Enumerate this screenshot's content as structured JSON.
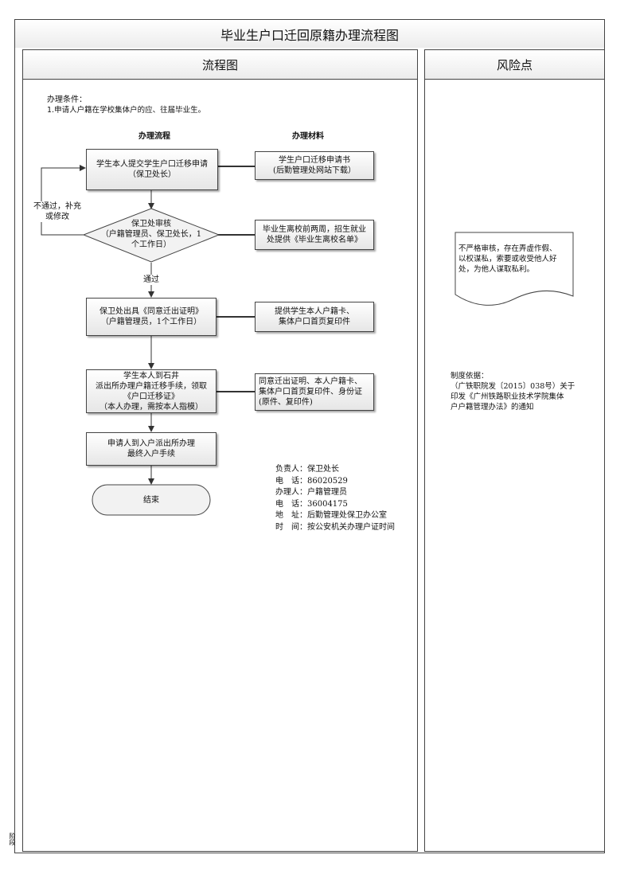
{
  "title": "毕业生户口迁回原籍办理流程图",
  "flow_header": "流程图",
  "risk_header": "风险点",
  "conditions": {
    "label": "办理条件：",
    "item": "1.申请人户籍在学校集体户的应、往届毕业生。"
  },
  "col_process": "办理流程",
  "col_materials": "办理材料",
  "steps": {
    "apply": "学生本人提交学生户口迁移申请\n（保卫处长）",
    "review": "保卫处审核\n（户籍管理员、保卫处长，1\n个工作日）",
    "certificate": "保卫处出具《同意迁出证明》\n（户籍管理员，1个工作日）",
    "police": "学生本人到石井\n派出所办理户籍迁移手续，领取\n《户口迁移证》\n（本人办理，需按本人指模）",
    "final": "申请人到入户派出所办理\n最终入户手续",
    "end": "结束"
  },
  "labels": {
    "reject": "不通过，补充\n或修改",
    "pass": "通过"
  },
  "materials": {
    "m1": "学生户口迁移申请书\n(后勤管理处网站下载）",
    "m2": "毕业生离校前两周，招生就业\n处提供《毕业生离校名单》",
    "m3": "提供学生本人户籍卡、\n集体户口首页复印件",
    "m4": "同意迁出证明、本人户籍卡、\n集体户口首页复印件、身份证\n(原件、复印件)"
  },
  "contact": "负责人：保卫处长\n电　话：86020529\n办理人：户籍管理员\n电　话：36004175\n地　址：后勤管理处保卫办公室\n时　间：按公安机关办理户证时间",
  "risk_note": "不严格审核，存在弄虚作假、\n以权谋私，索要或收受他人好\n处，为他人谋取私利。",
  "basis": "制度依据：\n（广铁职院发〔2015〕038号）关于\n印发《广州铁路职业技术学院集体\n户户籍管理办法》的通知",
  "side_mark": "阶段"
}
